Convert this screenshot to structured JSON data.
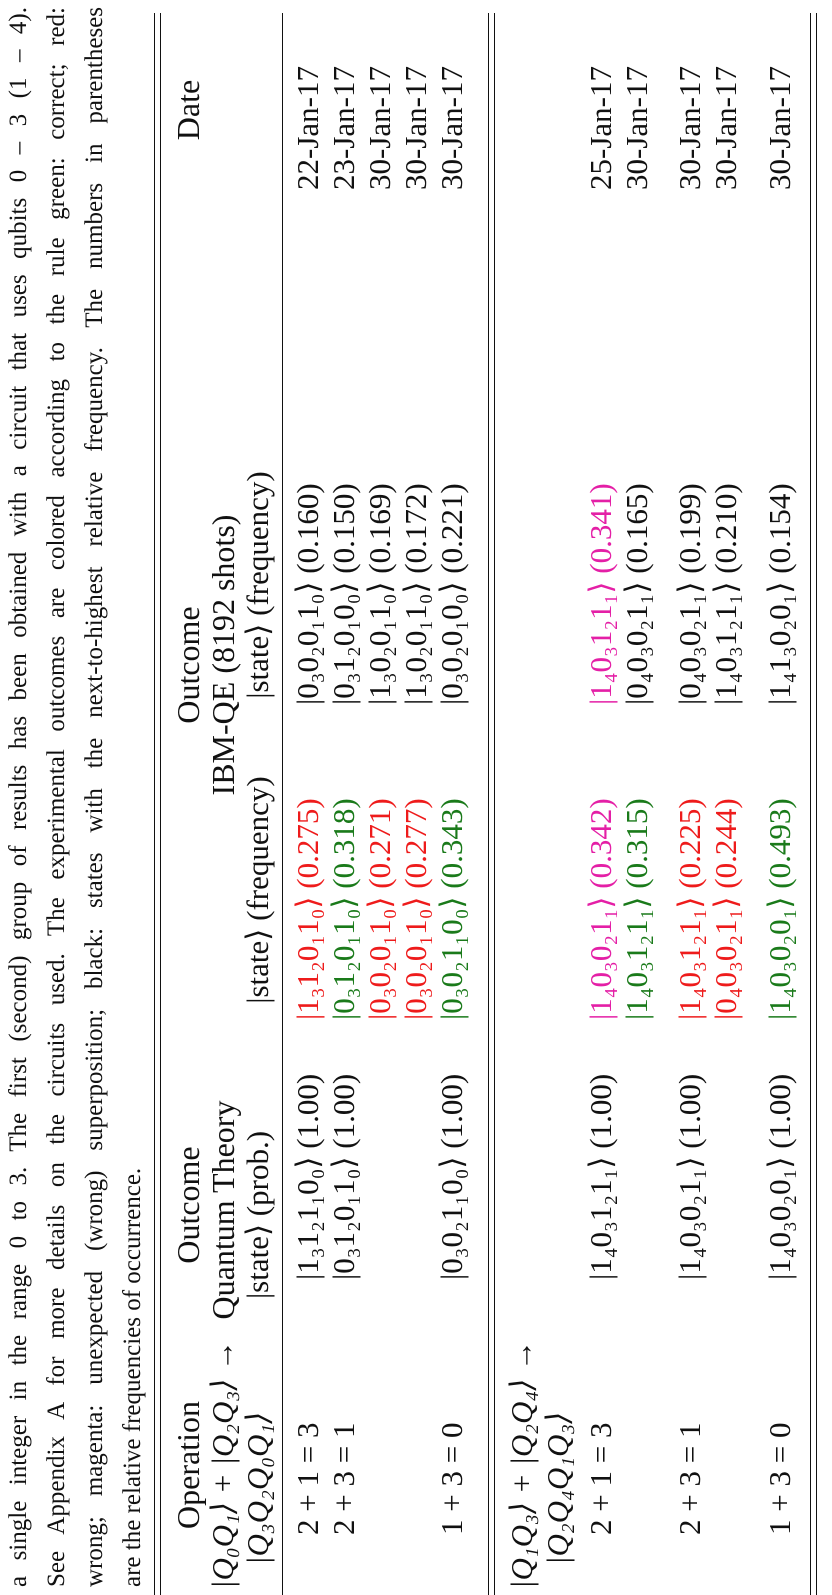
{
  "caption": {
    "lines": [
      "a single integer in the range 0 to 3. The first (second) group of results has been obtained with a circuit that uses qubits 0 – 3 (1 – 4).",
      "See Appendix A for more details on the circuits used. The experimental outcomes are colored according to the rule green: correct; red:",
      "wrong; magenta: unexpected (wrong) superposition; black: states with the next-to-highest relative frequency. The numbers in parentheses",
      "are the relative frequencies of occurrence."
    ]
  },
  "headers": {
    "operation": "Operation",
    "outcome_theory": "Outcome",
    "outcome_ibm": "Outcome",
    "date": "Date",
    "quantum_theory": "Quantum Theory",
    "ibm_qe": "IBM-QE (8192 shots)",
    "sub_theory": "|state⟩ (prob.)",
    "sub_ibm_1": "|state⟩ (frequency)",
    "sub_ibm_2": "|state⟩ (frequency)"
  },
  "groups": [
    {
      "operation_line1": "|Q₀Q₁⟩ + |Q₂Q₃⟩ →",
      "operation_line2": "|Q₃Q₂Q₀Q₁⟩",
      "rows": [
        {
          "op": "2 + 1 = 3",
          "theory": "|1₃1₂1₁0₀⟩ (1.00)",
          "ibm1": "|1₃1₂0₁1₀⟩ (0.275)",
          "ibm1_color": "red",
          "ibm2": "|0₃0₂0₁1₀⟩ (0.160)",
          "ibm2_color": "black",
          "date": "22-Jan-17"
        },
        {
          "op": "2 + 3 = 1",
          "theory": "|0₃1₂0₁1₀⟩ (1.00)",
          "ibm1": "|0₃1₂0₁1₀⟩ (0.318)",
          "ibm1_color": "green",
          "ibm2": "|0₃1₂0₁0₀⟩ (0.150)",
          "ibm2_color": "black",
          "date": "23-Jan-17"
        },
        {
          "op": "",
          "theory": "",
          "ibm1": "|0₃0₂0₁1₀⟩ (0.271)",
          "ibm1_color": "red",
          "ibm2": "|1₃0₂0₁1₀⟩ (0.169)",
          "ibm2_color": "black",
          "date": "30-Jan-17"
        },
        {
          "op": "",
          "theory": "",
          "ibm1": "|0₃0₂0₁1₀⟩ (0.277)",
          "ibm1_color": "red",
          "ibm2": "|1₃0₂0₁1₀⟩ (0.172)",
          "ibm2_color": "black",
          "date": "30-Jan-17"
        },
        {
          "op": "1 + 3 = 0",
          "theory": "|0₃0₂1₁0₀⟩ (1.00)",
          "ibm1": "|0₃0₂1₁0₀⟩ (0.343)",
          "ibm1_color": "green",
          "ibm2": "|0₃0₂0₁0₀⟩ (0.221)",
          "ibm2_color": "black",
          "date": "30-Jan-17"
        }
      ]
    },
    {
      "operation_line1": "|Q₁Q₃⟩ + |Q₂Q₄⟩ →",
      "operation_line2": "|Q₂Q₄Q₁Q₃⟩",
      "rows": [
        {
          "op": "2 + 1 = 3",
          "theory": "|1₄0₃1₂1₁⟩ (1.00)",
          "ibm1": "|1₄0₃0₂1₁⟩ (0.342)",
          "ibm1_color": "magenta",
          "ibm2": "|1₄0₃1₂1₁⟩ (0.341)",
          "ibm2_color": "magenta",
          "date": "25-Jan-17"
        },
        {
          "op": "",
          "theory": "",
          "ibm1": "|1₄0₃1₂1₁⟩ (0.315)",
          "ibm1_color": "green",
          "ibm2": "|0₄0₃0₂1₁⟩ (0.165)",
          "ibm2_color": "black",
          "date": "30-Jan-17"
        },
        {
          "op": "2 + 3 = 1",
          "theory": "|1₄0₃0₂1₁⟩ (1.00)",
          "ibm1": "|1₄0₃1₂1₁⟩ (0.225)",
          "ibm1_color": "red",
          "ibm2": "|0₄0₃0₂1₁⟩ (0.199)",
          "ibm2_color": "black",
          "date": "30-Jan-17"
        },
        {
          "op": "",
          "theory": "",
          "ibm1": "|0₄0₃0₂1₁⟩ (0.244)",
          "ibm1_color": "red",
          "ibm2": "|1₄0₃1₂1₁⟩ (0.210)",
          "ibm2_color": "black",
          "date": "30-Jan-17"
        },
        {
          "op": "1 + 3 = 0",
          "theory": "|1₄0₃0₂0₁⟩ (1.00)",
          "ibm1": "|1₄0₃0₂0₁⟩ (0.493)",
          "ibm1_color": "green",
          "ibm2": "|1₄1₃0₂0₁⟩ (0.154)",
          "ibm2_color": "black",
          "date": "30-Jan-17"
        }
      ]
    }
  ]
}
